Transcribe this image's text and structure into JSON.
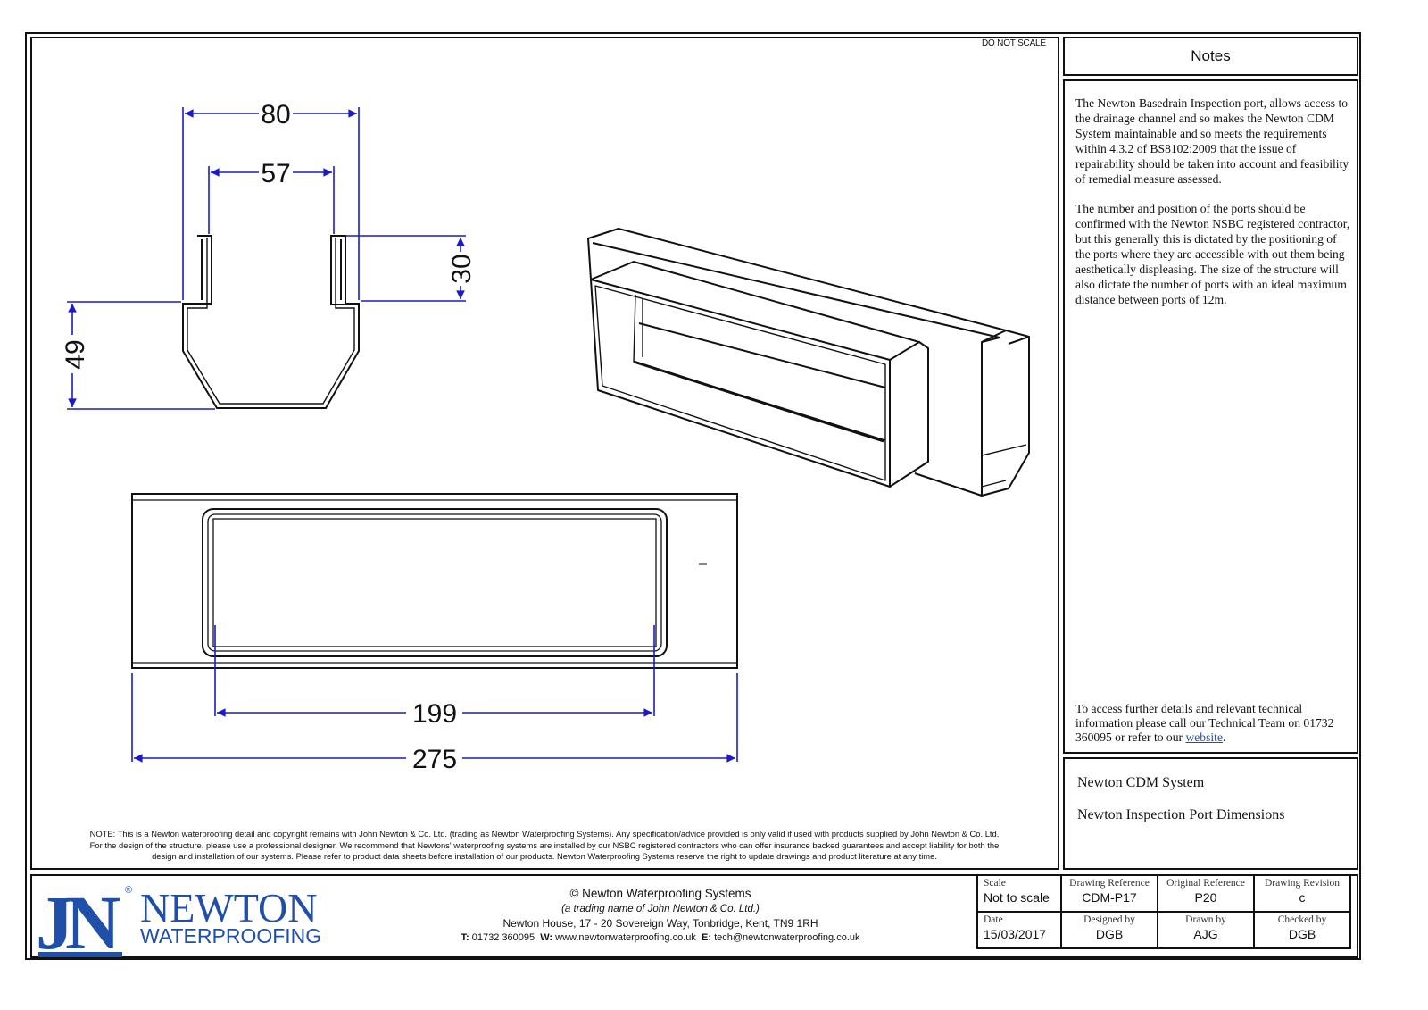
{
  "header": {
    "do_not_scale": "DO NOT SCALE"
  },
  "dimensions": {
    "top_width": "80",
    "inner_width": "57",
    "lug_height": "30",
    "body_height": "49",
    "opening_length": "199",
    "overall_length": "275"
  },
  "notes": {
    "title": "Notes",
    "paragraphs": [
      "The Newton Basedrain Inspection port, allows access to the drainage channel and so makes the Newton CDM System maintainable and so meets the requirements within 4.3.2 of BS8102:2009 that the issue of repairability should be taken into account and feasibility of remedial measure assessed.",
      "The number and position of the ports should be confirmed with the Newton NSBC registered contractor, but this generally this is dictated by the positioning of the ports where they are accessible with out them being aesthetically displeasing. The size of the structure will also dictate the number of ports with an ideal maximum distance between ports of 12m."
    ],
    "footer_text": "To access further details and relevant technical information please call our Technical Team on 01732 360095 or refer to our ",
    "footer_link": "website",
    "footer_end": "."
  },
  "title_block": {
    "system": "Newton CDM System",
    "drawing_title": "Newton Inspection Port Dimensions"
  },
  "legal_note": [
    "NOTE: This is a Newton waterproofing detail and copyright remains with John Newton & Co. Ltd. (trading as Newton Waterproofing Systems). Any specification/advice provided is only valid if used with products supplied by John Newton & Co. Ltd.",
    "For the design of the structure, please use a professional designer. We recommend that Newtons' waterproofing systems are installed by our NSBC registered contractors who can offer insurance backed guarantees and accept liability for both the",
    "design and installation of our systems. Please refer to product data sheets before installation of our products. Newton Waterproofing Systems reserve the right to update drawings and product literature at any time."
  ],
  "logo": {
    "mark": "JN",
    "reg": "®",
    "line1": "NEWTON",
    "line2": "WATERPROOFING",
    "color": "#1f4fa8"
  },
  "company": {
    "line1": "© Newton Waterproofing Systems",
    "line2": "(a trading name of John Newton & Co. Ltd.)",
    "line3": "Newton House, 17 - 20 Sovereign Way, Tonbridge, Kent, TN9 1RH",
    "t_label": "T:",
    "phone": "01732 360095",
    "w_label": "W:",
    "web": "www.newtonwaterproofing.co.uk",
    "e_label": "E:",
    "email": "tech@newtonwaterproofing.co.uk"
  },
  "info_table": {
    "scale_label": "Scale",
    "scale": "Not to scale",
    "drawing_ref_label": "Drawing Reference",
    "drawing_ref": "CDM-P17",
    "original_ref_label": "Original Reference",
    "original_ref": "P20",
    "revision_label": "Drawing Revision",
    "revision": "c",
    "date_label": "Date",
    "date": "15/03/2017",
    "designed_label": "Designed by",
    "designed": "DGB",
    "drawn_label": "Drawn by",
    "drawn": "AJG",
    "checked_label": "Checked by",
    "checked": "DGB"
  },
  "colors": {
    "dimension": "#1a1acc",
    "line": "#111111"
  }
}
